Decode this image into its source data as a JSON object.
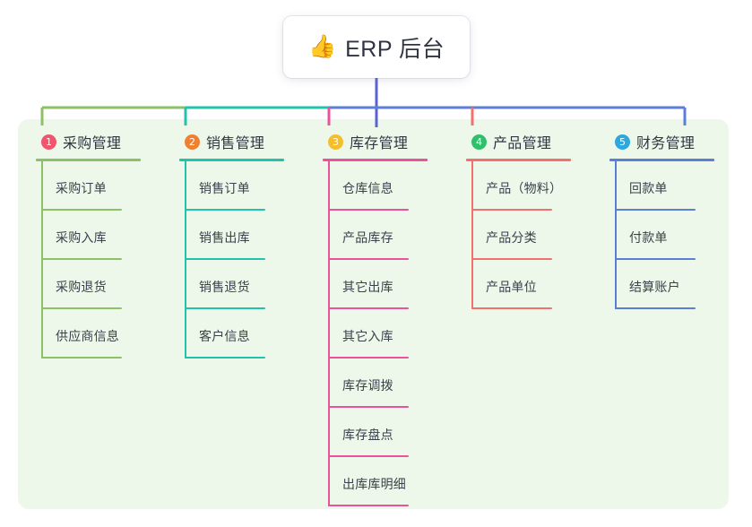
{
  "diagram": {
    "type": "org-chart",
    "root": {
      "emoji": "👍",
      "emoji_name": "thumbs-up-emoji",
      "title": "ERP 后台"
    },
    "panel_color": "#eef8ea",
    "branches": [
      {
        "number": "1",
        "title": "采购管理",
        "badge_color": "#f2536d",
        "line_color": "#8cc265",
        "items": [
          {
            "label": "采购订单"
          },
          {
            "label": "采购入库"
          },
          {
            "label": "采购退货"
          },
          {
            "label": "供应商信息"
          }
        ]
      },
      {
        "number": "2",
        "title": "销售管理",
        "badge_color": "#f08030",
        "line_color": "#22c3ad",
        "items": [
          {
            "label": "销售订单"
          },
          {
            "label": "销售出库"
          },
          {
            "label": "销售退货"
          },
          {
            "label": "客户信息"
          }
        ]
      },
      {
        "number": "3",
        "title": "库存管理",
        "badge_color": "#f5bf2a",
        "line_color": "#e8539b",
        "items": [
          {
            "label": "仓库信息"
          },
          {
            "label": "产品库存"
          },
          {
            "label": "其它出库"
          },
          {
            "label": "其它入库"
          },
          {
            "label": "库存调拨"
          },
          {
            "label": "库存盘点"
          },
          {
            "label": "出库库明细"
          }
        ]
      },
      {
        "number": "4",
        "title": "产品管理",
        "badge_color": "#2ec06a",
        "line_color": "#f2706e",
        "items": [
          {
            "label": "产品（物料）"
          },
          {
            "label": "产品分类"
          },
          {
            "label": "产品单位"
          }
        ]
      },
      {
        "number": "5",
        "title": "财务管理",
        "badge_color": "#2aa8e0",
        "line_color": "#5b7fd4",
        "items": [
          {
            "label": "回款单"
          },
          {
            "label": "付款单"
          },
          {
            "label": "结算账户"
          }
        ]
      }
    ],
    "trunk_color": "#5b63d3"
  }
}
